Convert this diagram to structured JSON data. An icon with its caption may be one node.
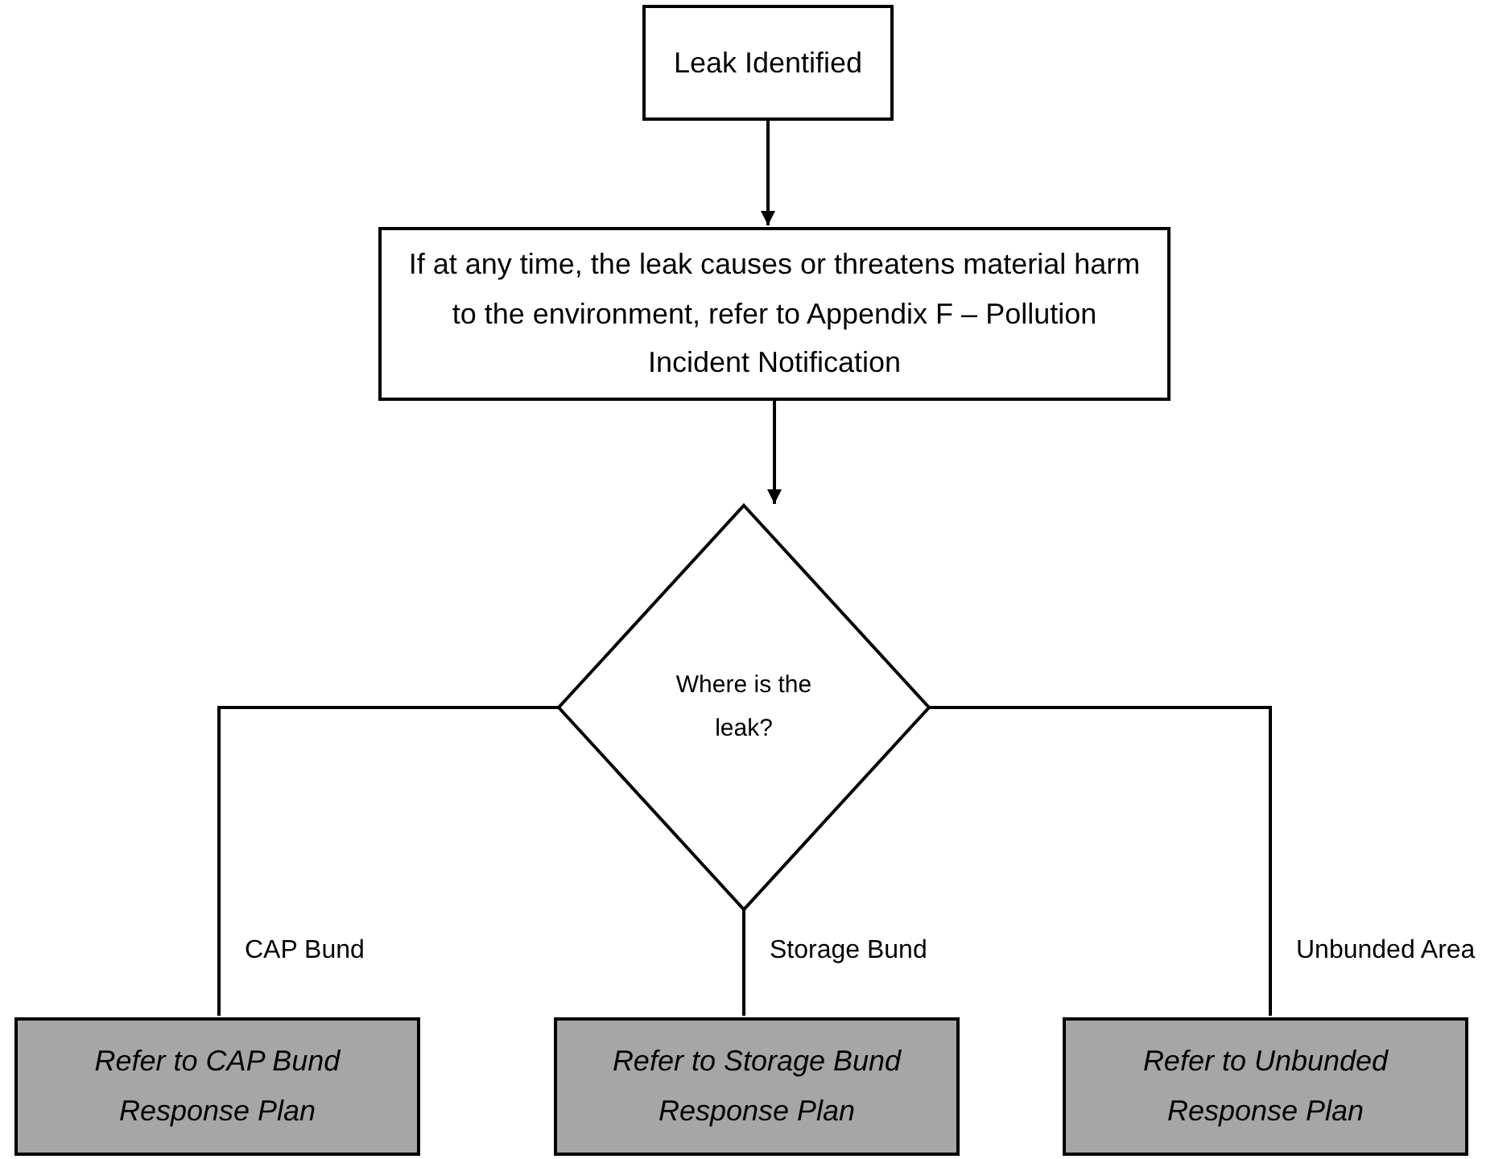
{
  "diagram": {
    "nodes": [
      {
        "text": [
          "Leak Identified"
        ]
      },
      {
        "text": [
          "If at any time, the leak causes or threatens material harm to the environment, refer to Appendix F – Pollution Incident Notification"
        ]
      },
      {
        "text": [
          "Where is the leak?"
        ]
      },
      {
        "text": [
          "Refer to CAP Bund Response Plan"
        ]
      },
      {
        "text": [
          "Refer to Storage Bund Response Plan"
        ]
      },
      {
        "text": [
          "Refer to Unbunded Response Plan"
        ]
      }
    ],
    "edges": [
      {
        "from": 0,
        "to": 1,
        "arrow": "to"
      },
      {
        "from": 1,
        "to": 2,
        "arrow": "to"
      },
      {
        "from": 2,
        "to": 3,
        "arrow": "none",
        "label": "CAP Bund"
      },
      {
        "from": 2,
        "to": 4,
        "arrow": "none",
        "label": "Storage Bund"
      },
      {
        "from": 2,
        "to": 5,
        "arrow": "none",
        "label": "Unbunded Area"
      }
    ]
  }
}
